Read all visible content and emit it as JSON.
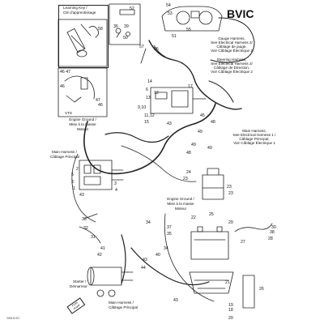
{
  "diagram": {
    "title": "BVIC",
    "doc_code": "2008-ELEC",
    "notes": {
      "learning_key": [
        "Learning Key /",
        "Clé d'apprentissage"
      ],
      "vts": [
        "VTS"
      ],
      "engine_ground_1": [
        "Engine Ground /",
        "Mise à la masse",
        "Moteur"
      ],
      "gauge_harness": [
        "Gauge Harness,",
        "See Electrical Harness 2/",
        "Câblage de jauge,",
        "Voir Câblage Électrique 2"
      ],
      "steering_harness": [
        "Steering Harness,",
        "See Electrical Harness 2/",
        "Câblage de Direction,",
        "Voir Câblage Électrique 2"
      ],
      "main_harness_right": [
        "Main Harness,",
        "See Electrical Harness 1 /",
        "Câblage Principal,",
        "Voir Câblage Électrique 1"
      ],
      "main_harness_left": [
        "Main Harness /",
        "Câblage Principal"
      ],
      "engine_ground_2": [
        "Engine Ground /",
        "Mise à la masse",
        "Moteur"
      ],
      "starter": [
        "Starter /",
        "Démarreur"
      ],
      "main_harness_bottom": [
        "Main Harness /",
        "Câblage Principal"
      ]
    },
    "stamp_text": [
      "Front",
      "Avant"
    ],
    "part_numbers": {
      "p54": "54",
      "p53": "53",
      "p55": "55",
      "p51": "51",
      "p57": "57",
      "p56": "56",
      "p58": "58",
      "p36": "36",
      "p39": "39",
      "p52": "52",
      "p50": "50",
      "p4647": "46 47",
      "p46a": "46",
      "p47": "47",
      "p46b": "46",
      "p14": "14",
      "p6": "6",
      "p12": "12",
      "p17": "17",
      "p13": "13",
      "p910": "9,10",
      "p1112": "11,12",
      "p15": "15",
      "p43a": "43",
      "p45": "45",
      "p48a": "48",
      "p49a": "49",
      "p49b": "49",
      "p49c": "49",
      "p48b": "48",
      "p2": "2",
      "p5": "5",
      "p3": "3",
      "p1": "1",
      "p3b": "3",
      "p4": "4",
      "p43b": "43",
      "p24": "24",
      "p23a": "23",
      "p23b": "23",
      "p23c": "23",
      "p22": "22",
      "p25": "25",
      "p33": "33",
      "p32": "32",
      "p34": "34",
      "p31": "31",
      "p35": "35",
      "p37": "37",
      "p38": "38",
      "p30": "30",
      "p28": "28",
      "p29": "29",
      "p27": "27",
      "p41": "41",
      "p42": "42",
      "p40": "40",
      "p44": "44",
      "p43c": "43",
      "p34b": "34",
      "p21": "21",
      "p26": "26",
      "p19": "19",
      "p18": "18",
      "p20": "20",
      "p43d": "43"
    }
  }
}
